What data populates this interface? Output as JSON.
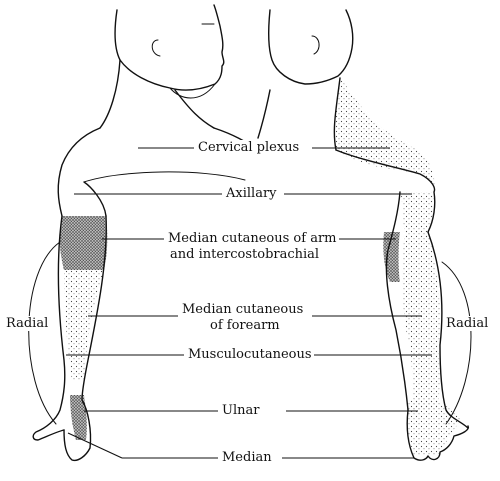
{
  "labels": {
    "cervical_plexus": "Cervical plexus",
    "axillary": "Axillary",
    "median_cut_arm_line1": "Median cutaneous of arm",
    "median_cut_arm_line2": "and intercostobrachial",
    "median_cut_forearm_line1": "Median cutaneous",
    "median_cut_forearm_line2": "of forearm",
    "musculocutaneous": "Musculocutaneous",
    "ulnar": "Ulnar",
    "median": "Median",
    "radial_left": "Radial",
    "radial_right": "Radial"
  }
}
